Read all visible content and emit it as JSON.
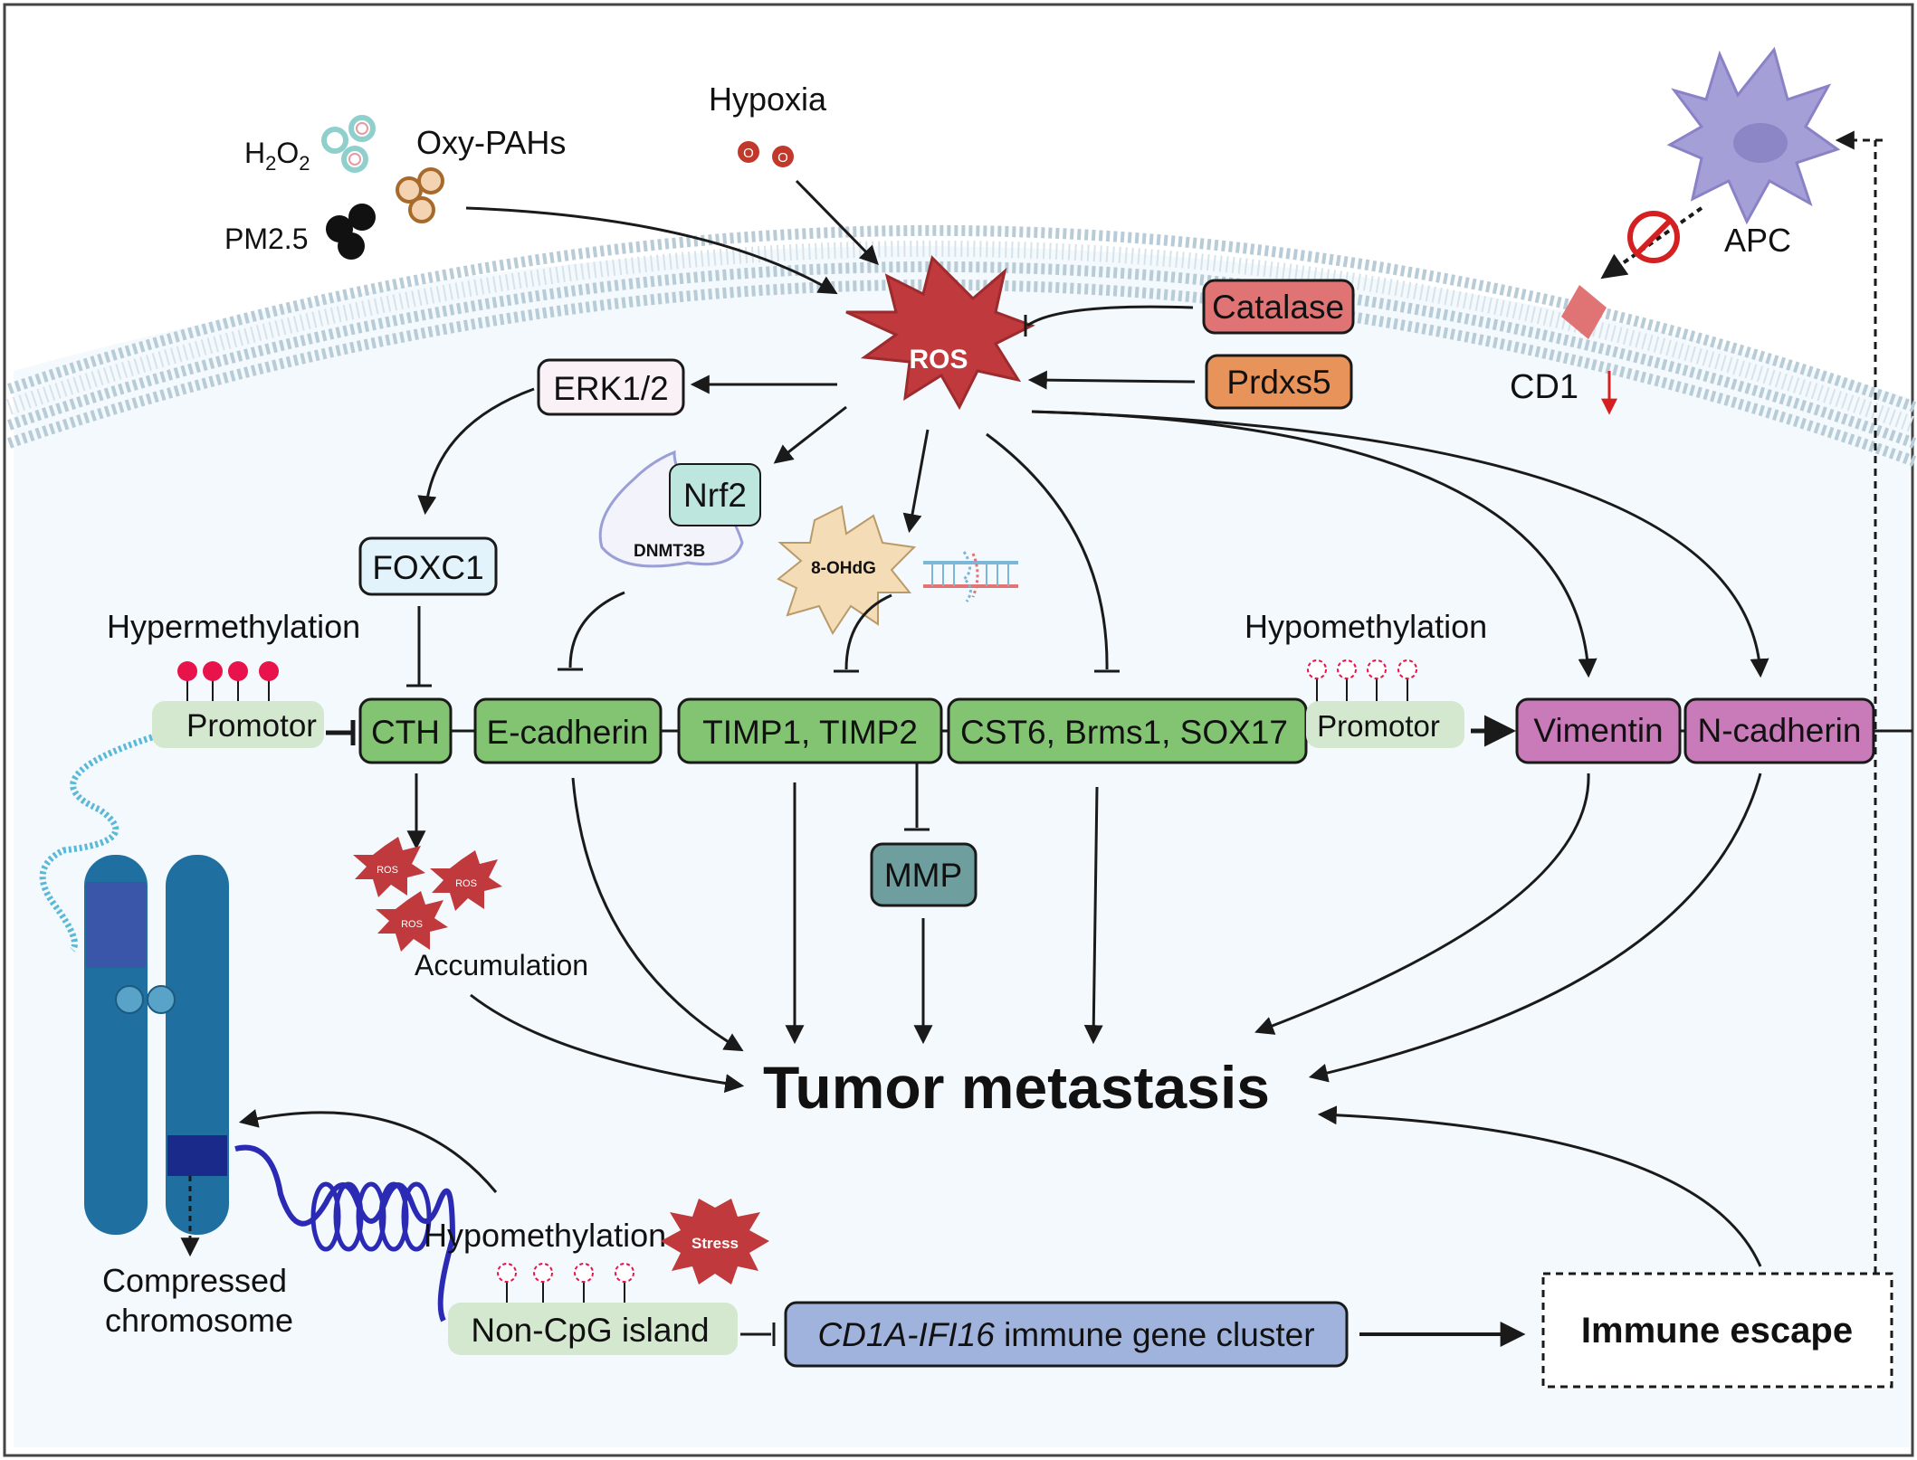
{
  "labels": {
    "h2o2_main": "H",
    "h2o2_sub1": "2",
    "h2o2_o": "O",
    "h2o2_sub2": "2",
    "oxy_pahs": "Oxy-PAHs",
    "pm25": "PM2.5",
    "hypoxia": "Hypoxia",
    "hypoxia_bubble": "O",
    "apc": "APC",
    "cd1": "CD1",
    "ros": "ROS",
    "ros_small": "ROS",
    "catalase": "Catalase",
    "prdxs5": "Prdxs5",
    "erk": "ERK1/2",
    "nrf2": "Nrf2",
    "dnmt3b": "DNMT3B",
    "ohdg": "8-OHdG",
    "foxc1": "FOXC1",
    "hypermethylation": "Hypermethylation",
    "hypomethylation_top": "Hypomethylation",
    "promotor_left": "Promotor",
    "promotor_right": "Promotor",
    "cth": "CTH",
    "ecadherin": "E-cadherin",
    "timp": "TIMP1, TIMP2",
    "cst6": "CST6, Brms1, SOX17",
    "vimentin": "Vimentin",
    "ncadherin": "N-cadherin",
    "mmp": "MMP",
    "accumulation": "Accumulation",
    "tumor": "Tumor metastasis",
    "compressed_1": "Compressed",
    "compressed_2": "chromosome",
    "hypomethylation_bottom": "Hypomethylation",
    "stress": "Stress",
    "noncpg": "Non-CpG island",
    "cluster_italic": "CD1A-IFI16",
    "cluster_rest": " immune gene cluster",
    "immune_escape": "Immune escape"
  },
  "colors": {
    "green_box": "#82c472",
    "promotor_box": "#d4e8cf",
    "purple_box": "#c97ab8",
    "catalase": "#e07474",
    "prdxs5": "#e8935a",
    "mmp": "#6f9e9e",
    "cluster": "#9fb3dd",
    "nrf2": "#bde6df",
    "ros_star": "#c0393c",
    "membrane": "#b8ccd8",
    "cell_bg": "#f3f9fc",
    "chromosome": "#1f6fa0",
    "apc": "#a59fd8"
  },
  "icons": [
    "ros-star-icon",
    "h2o2-particles-icon",
    "oxy-pahs-particles-icon",
    "pm25-particles-icon",
    "oxygen-bubbles-icon",
    "apc-cell-icon",
    "prohibition-icon",
    "cd1-receptor-icon",
    "dna-strand-icon",
    "chromosome-icon",
    "dna-helix-icon",
    "methyl-lollipop-icon"
  ]
}
